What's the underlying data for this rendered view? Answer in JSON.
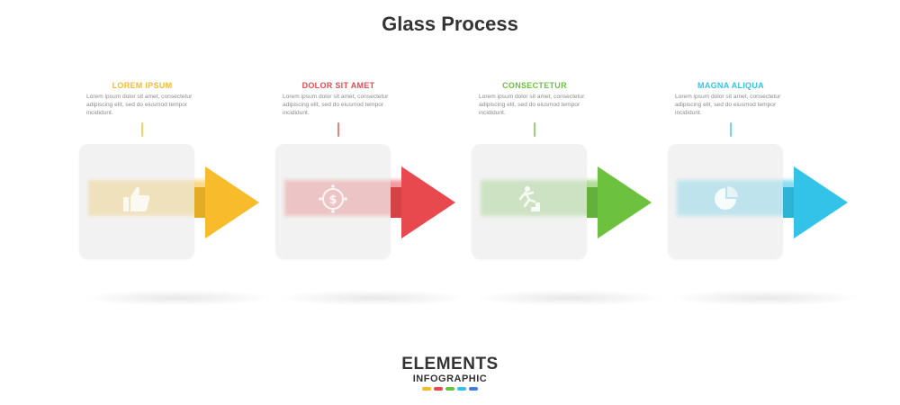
{
  "title": "Glass Process",
  "steps": [
    {
      "heading": "LOREM IPSUM",
      "text": "Lorem ipsum dolor sit amet, consectetur adipiscing elit, sed do eiusmod tempor incididunt.",
      "color": "#f7bb2b",
      "icon": "thumbs-up-icon"
    },
    {
      "heading": "DOLOR SIT AMET",
      "text": "Lorem ipsum dolor sit amet, consectetur adipiscing elit, sed do eiusmod tempor incididunt.",
      "color": "#e8494e",
      "icon": "dollar-coin-icon"
    },
    {
      "heading": "CONSECTETUR",
      "text": "Lorem ipsum dolor sit amet, consectetur adipiscing elit, sed do eiusmod tempor incididunt.",
      "color": "#6cc13f",
      "icon": "climbing-stairs-icon"
    },
    {
      "heading": "MAGNA ALIQUA",
      "text": "Lorem ipsum dolor sit amet, consectetur adipiscing elit, sed do eiusmod tempor incididunt.",
      "color": "#34c3e8",
      "icon": "pie-chart-icon"
    }
  ],
  "footer": {
    "brand": "ELEMENTS",
    "subtitle": "INFOGRAPHIC",
    "swatches": [
      "#f7bb2b",
      "#e8494e",
      "#6cc13f",
      "#34c3e8",
      "#3f7fd8"
    ]
  }
}
